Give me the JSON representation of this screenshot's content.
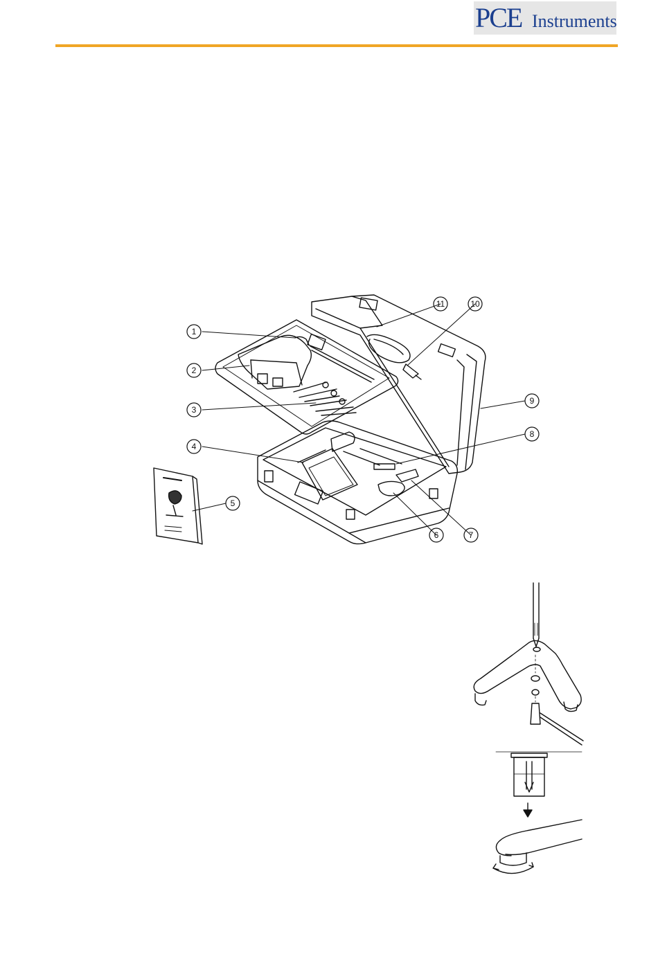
{
  "header": {
    "logo_mark": "PCE",
    "logo_word": "Instruments",
    "brand_blue": "#1b3f8f",
    "rule_color": "#f0a626"
  },
  "parts_diagram": {
    "callouts": [
      "1",
      "2",
      "3",
      "4",
      "5",
      "6",
      "7",
      "8",
      "9",
      "10",
      "11"
    ]
  }
}
